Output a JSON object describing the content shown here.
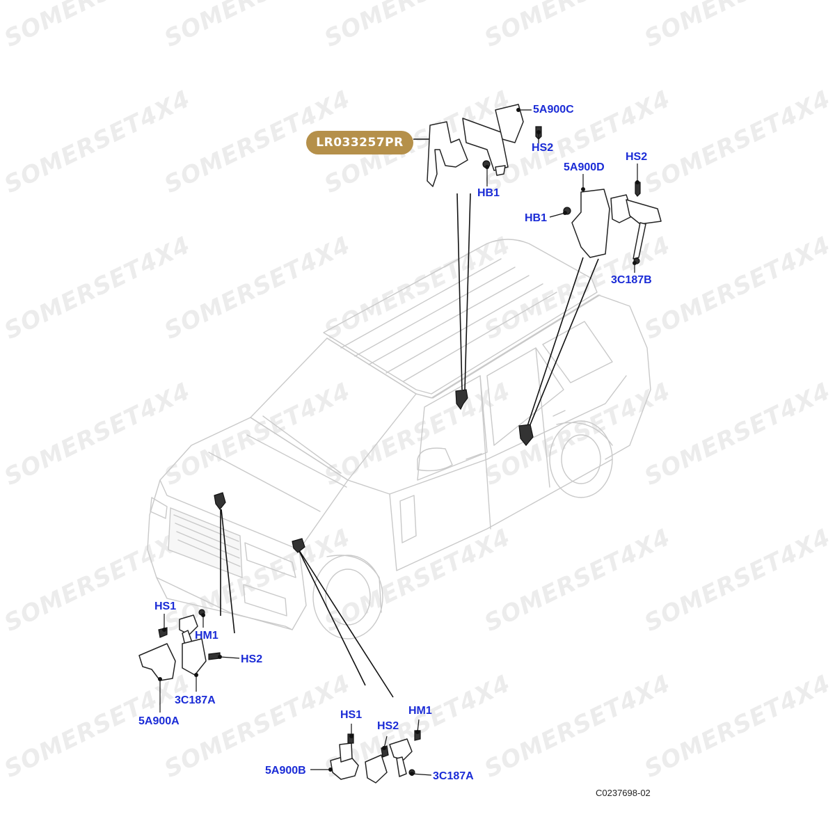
{
  "watermark": {
    "text": "SOMERSET4X4"
  },
  "part_number": "LR033257PR",
  "reference_code": "C0237698-02",
  "callouts": {
    "top_left": {
      "bracket": "5A900C",
      "screw": "HS2",
      "nut": "HB1"
    },
    "top_right": {
      "bracket": "5A900D",
      "screw": "HS2",
      "nut": "HB1",
      "sensor": "3C187B"
    },
    "front_left": {
      "screw_a": "HS1",
      "nut": "HM1",
      "screw_b": "HS2",
      "sensor": "3C187A",
      "bracket": "5A900A"
    },
    "front_right": {
      "screw_a": "HS1",
      "screw_b": "HS2",
      "nut": "HM1",
      "bracket": "5A900B",
      "sensor": "3C187A"
    }
  },
  "colors": {
    "callout": "#1a2bd6",
    "badge": "#b5904a",
    "badge_text": "#ffffff"
  }
}
